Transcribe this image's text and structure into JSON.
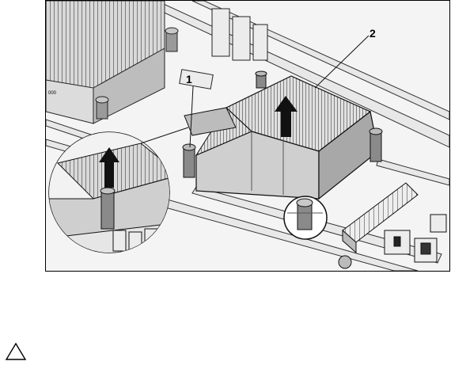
{
  "figure": {
    "callouts": [
      {
        "label": "1",
        "meaning": "screw"
      },
      {
        "label": "2",
        "meaning": "heat sink"
      }
    ],
    "label_text": "000"
  },
  "caution_icon": "caution-triangle-icon"
}
